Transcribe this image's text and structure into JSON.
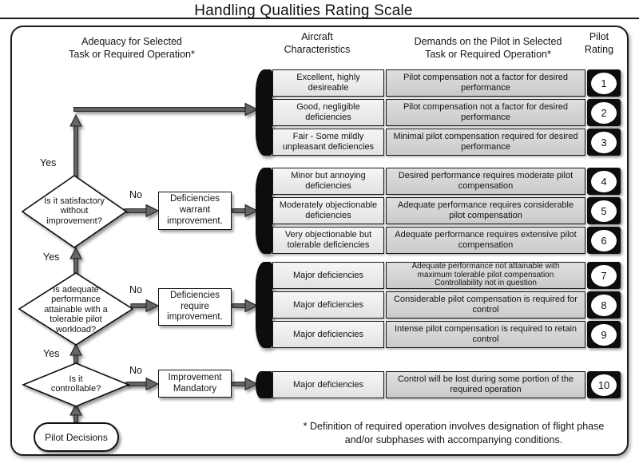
{
  "title": "Handling Qualities Rating Scale",
  "headers": {
    "adequacy": "Adequacy for Selected\nTask or Required Operation*",
    "aircraft": "Aircraft\nCharacteristics",
    "demands": "Demands on the Pilot in Selected\nTask or Required Operation*",
    "rating": "Pilot\nRating"
  },
  "flow": {
    "start": "Pilot Decisions",
    "decisions": [
      {
        "question": "Is it satisfactory\nwithout\nimprovement?",
        "yes": "Yes",
        "no": "No",
        "action": "Deficiencies\nwarrant\nimprovement."
      },
      {
        "question": "Is adequate\nperformance\nattainable with a\ntolerable pilot\nworkload?",
        "yes": "Yes",
        "no": "No",
        "action": "Deficiencies\nrequire\nimprovement."
      },
      {
        "question": "Is it\ncontrollable?",
        "yes": "Yes",
        "no": "No",
        "action": "Improvement\nMandatory"
      }
    ]
  },
  "groups": [
    {
      "rows": [
        {
          "characteristics": "Excellent, highly\ndesireable",
          "demands": "Pilot compensation not a factor for desired\nperformance",
          "rating": "1"
        },
        {
          "characteristics": "Good, negligible\ndeficiencies",
          "demands": "Pilot compensation not a factor for desired\nperformance",
          "rating": "2"
        },
        {
          "characteristics": "Fair - Some mildly\nunpleasant deficiencies",
          "demands": "Minimal pilot compensation required for desired\nperformance",
          "rating": "3"
        }
      ]
    },
    {
      "rows": [
        {
          "characteristics": "Minor but annoying\ndeficiencies",
          "demands": "Desired performance requires moderate pilot\ncompensation",
          "rating": "4"
        },
        {
          "characteristics": "Moderately objectionable\ndeficiencies",
          "demands": "Adequate performance requires considerable\npilot compensation",
          "rating": "5"
        },
        {
          "characteristics": "Very objectionable but\ntolerable deficiencies",
          "demands": "Adequate performance requires extensive pilot\ncompensation",
          "rating": "6"
        }
      ]
    },
    {
      "rows": [
        {
          "characteristics": "Major deficiencies",
          "demands": "Adequate performance not attainable with\nmaximum tolerable pilot compensation\nControllability not in question",
          "rating": "7"
        },
        {
          "characteristics": "Major deficiencies",
          "demands": "Considerable pilot compensation is required for\ncontrol",
          "rating": "8"
        },
        {
          "characteristics": "Major deficiencies",
          "demands": "Intense pilot compensation is required to retain\ncontrol",
          "rating": "9"
        }
      ]
    },
    {
      "rows": [
        {
          "characteristics": "Major deficiencies",
          "demands": "Control will be lost during some portion of the\nrequired operation",
          "rating": "10"
        }
      ]
    }
  ],
  "footnote": "* Definition of required operation involves designation of flight phase\nand/or subphases with accompanying conditions.",
  "colors": {
    "cell-light": "#ededed",
    "cell-mid": "#d2d2d2",
    "bar-black": "#0d0d0d",
    "arrow-gray": "#666666",
    "ink": "#141414"
  }
}
